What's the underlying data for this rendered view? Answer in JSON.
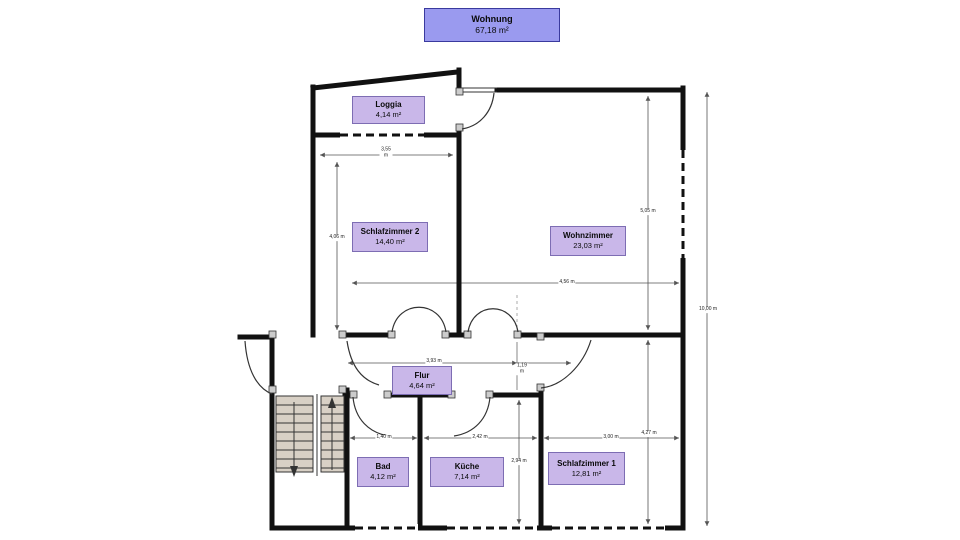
{
  "header": {
    "name": "Wohnung",
    "area": "67,18 m²"
  },
  "rooms": [
    {
      "id": "loggia",
      "name": "Loggia",
      "area": "4,14 m²"
    },
    {
      "id": "schlafzimmer2",
      "name": "Schlafzimmer 2",
      "area": "14,40 m²"
    },
    {
      "id": "wohnzimmer",
      "name": "Wohnzimmer",
      "area": "23,03 m²"
    },
    {
      "id": "flur",
      "name": "Flur",
      "area": "4,64 m²"
    },
    {
      "id": "bad",
      "name": "Bad",
      "area": "4,12 m²"
    },
    {
      "id": "kueche",
      "name": "Küche",
      "area": "7,14 m²"
    },
    {
      "id": "schlafzimmer1",
      "name": "Schlafzimmer 1",
      "area": "12,81 m²"
    }
  ],
  "dimensions": {
    "loggia_width": "3,55 m",
    "schlafzimmer2_height": "4,06 m",
    "wohnzimmer_height": "5,05 m",
    "wohnzimmer_width": "4,56 m",
    "total_height": "10,00 m",
    "flur_length": "3,93 m",
    "flur_width": "1,19 m",
    "bad_width": "1,40 m",
    "kueche_width": "2,42 m",
    "kueche_height": "2,94 m",
    "schlafzimmer1_width": "3,00 m",
    "schlafzimmer1_height": "4,27 m"
  },
  "colors": {
    "wall": "#111111",
    "title_fill": "#9a9aef",
    "title_border": "#3a3a9e",
    "room_label_fill": "#c9b7e9",
    "room_label_border": "#7d6db3",
    "stairs_fill": "#d8d0c5",
    "dimension_line": "#555555"
  }
}
